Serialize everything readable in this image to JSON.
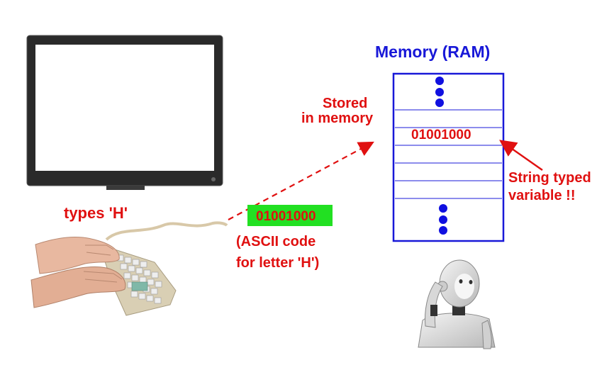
{
  "memory": {
    "title": "Memory (RAM)",
    "stored_value": "01001000",
    "rows": 5
  },
  "labels": {
    "stored_line1": "Stored",
    "stored_line2": "in memory",
    "types": "types 'H'",
    "ascii_value": "01001000",
    "ascii_line1": "(ASCII code",
    "ascii_line2": "for letter 'H')",
    "string_line1": "String typed",
    "string_line2": "variable !!"
  },
  "colors": {
    "label_red": "#e01010",
    "memory_blue": "#1818d8",
    "highlight_green": "#22e022",
    "dot_blue": "#1010e0"
  },
  "icons": [
    "monitor-icon",
    "hands-typing-keyboard-icon",
    "robot-thinking-icon"
  ]
}
